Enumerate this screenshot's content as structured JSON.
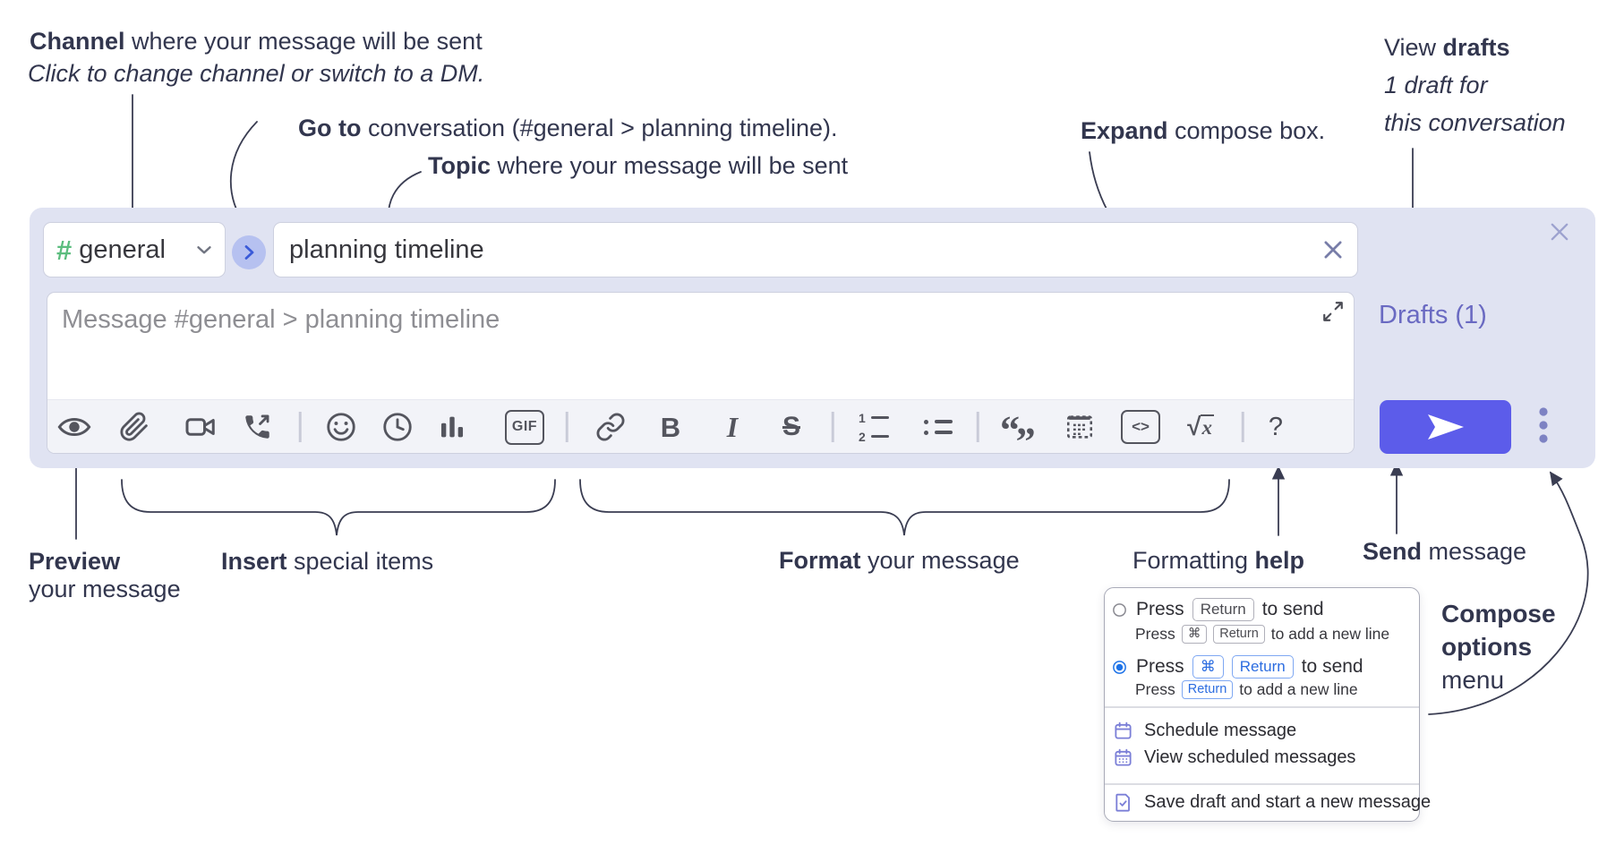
{
  "annotations": {
    "channel": {
      "bold": "Channel",
      "rest": " where your message will be sent"
    },
    "channel_sub": "Click to change channel or switch to a DM.",
    "goto": {
      "bold": "Go to",
      "rest": " conversation (#general > planning timeline)."
    },
    "topic": {
      "bold": "Topic",
      "rest": " where your message will be sent"
    },
    "view_drafts": {
      "pre": "View ",
      "bold": "drafts"
    },
    "drafts_line2": "1 draft for",
    "drafts_line3": "this conversation",
    "expand": {
      "bold": "Expand",
      "rest": " compose box."
    },
    "preview": {
      "bold": "Preview",
      "line2": "your message"
    },
    "insert": {
      "bold": "Insert",
      "rest": " special items"
    },
    "format": {
      "bold": "Format",
      "rest": " your message"
    },
    "formatting_help": {
      "pre": "Formatting ",
      "bold": "help"
    },
    "send": {
      "bold": "Send",
      "rest": " message"
    },
    "compose_options": {
      "line1": "Compose",
      "line2": "options",
      "line3": "menu"
    }
  },
  "compose": {
    "hash": "#",
    "channel_name": "general",
    "topic_value": "planning timeline",
    "message_placeholder": "Message #general > planning timeline",
    "drafts_link": "Drafts (1)"
  },
  "toolbar": {
    "icons": [
      "preview",
      "attach-file",
      "video-call",
      "voice-call",
      "emoji",
      "time",
      "poll",
      "gif",
      "link",
      "bold",
      "italic",
      "strikethrough",
      "numbered-list",
      "bulleted-list",
      "quote",
      "spoiler",
      "code",
      "math",
      "help",
      "send",
      "compose-options"
    ],
    "gif_label": "GIF",
    "bold_label": "B",
    "italic_label": "I",
    "strike_label": "S",
    "code_label": "<>",
    "math_sqrt": "√",
    "math_x": "x",
    "help_label": "?",
    "ol_1": "1",
    "ol_2": "2",
    "quote_open": "“",
    "quote_close": "„"
  },
  "menu": {
    "press": "Press",
    "to_send": "to send",
    "to_add": "to add a new line",
    "kbd_return": "Return",
    "kbd_cmd": "⌘",
    "schedule": "Schedule message",
    "view_scheduled": "View scheduled messages",
    "save_draft": "Save draft and start a new message"
  },
  "colors": {
    "compose_bg": "#e0e3f2",
    "send_button": "#5c5cea",
    "drafts_link": "#6a6ac2",
    "channel_hash_green": "#5bbd7e",
    "go_button_bg": "#b6c1f0",
    "go_chevron_blue": "#3a5ad8",
    "radio_selected_blue": "#1e73e8",
    "kbd_blue": "#2b6ce0",
    "menu_icon_purple": "#7b7fd7",
    "toolbar_icon": "#54555e",
    "annotation_text": "#32364e"
  }
}
